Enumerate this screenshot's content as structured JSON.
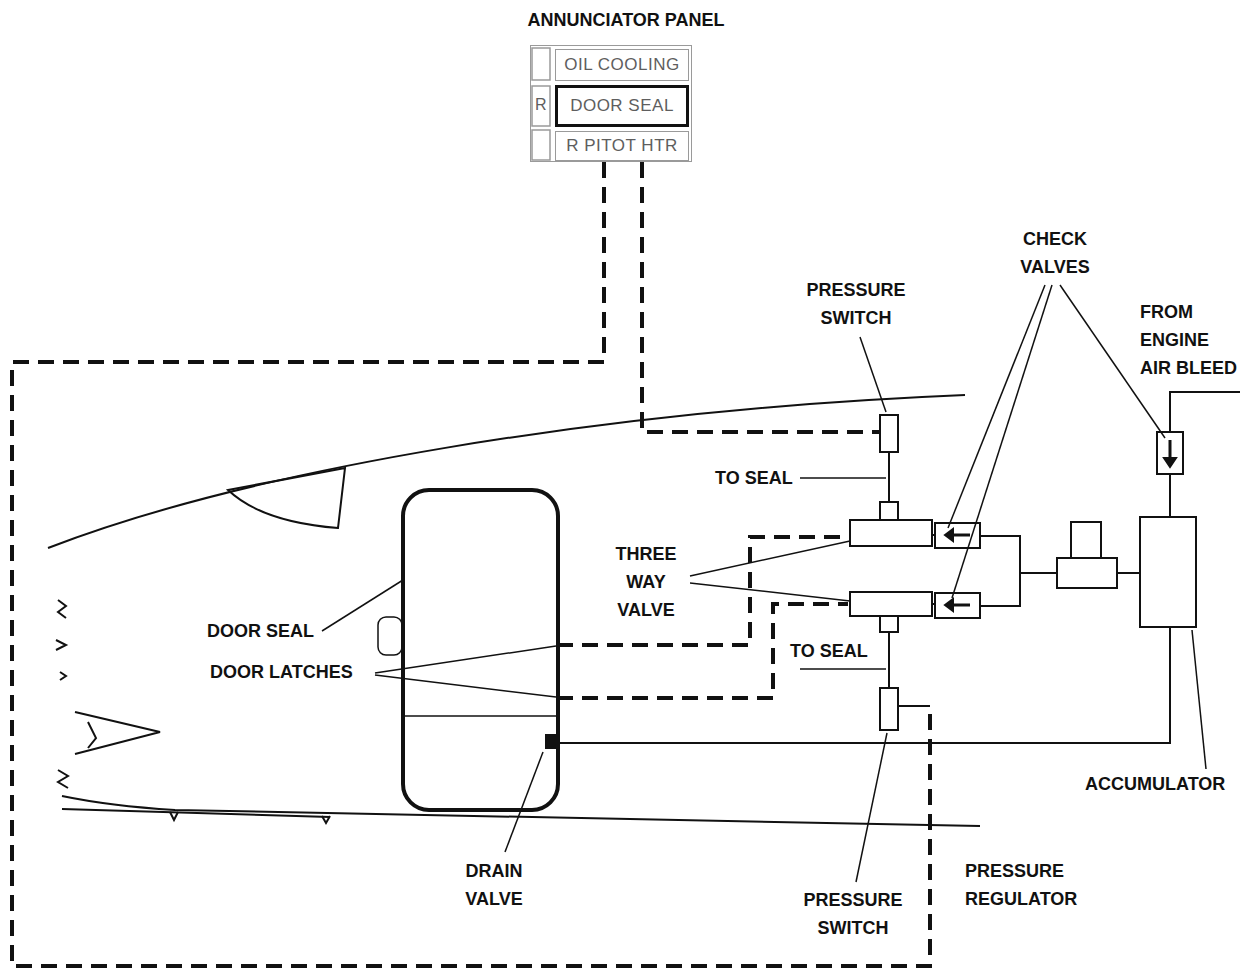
{
  "diagram": {
    "nodes": [
      {
        "text": [
          "ANNUNCIATOR PANEL"
        ]
      },
      {
        "text": [
          "OIL COOLING"
        ],
        "in": 0
      },
      {
        "text": [
          "DOOR SEAL"
        ],
        "in": 0
      },
      {
        "text": [
          "R PITOT HTR"
        ],
        "in": 0
      }
    ],
    "labels": [
      "R",
      "PRESSURE SWITCH",
      "CHECK VALVES",
      "FROM ENGINE AIR BLEED",
      "TO SEAL",
      "THREE WAY VALVE",
      "DOOR SEAL",
      "DOOR LATCHES",
      "TO SEAL",
      "DRAIN VALVE",
      "PRESSURE SWITCH",
      "PRESSURE REGULATOR",
      "ACCUMULATOR"
    ]
  }
}
